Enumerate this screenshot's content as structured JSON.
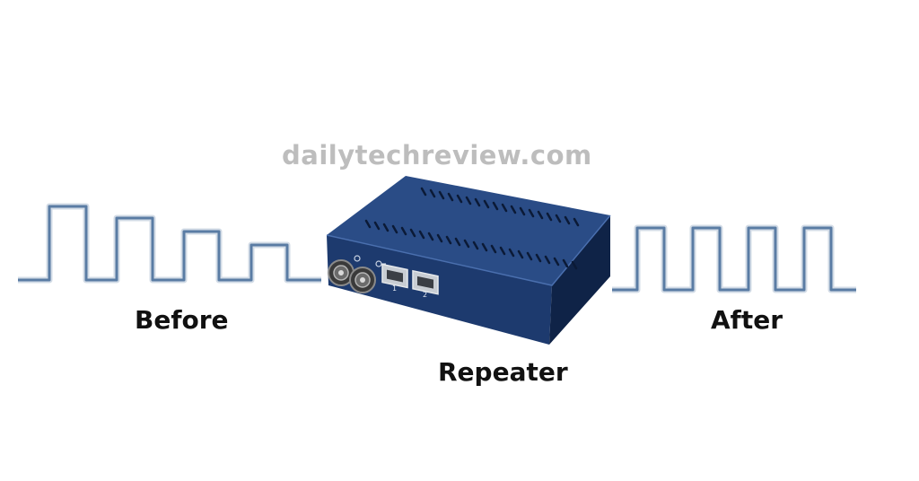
{
  "watermark": "dailytechreview.com",
  "labels": {
    "before": "Before",
    "after": "After",
    "repeater": "Repeater"
  },
  "device": {
    "port_labels": [
      "1",
      "2"
    ]
  },
  "colors": {
    "signal": "#5a7ca4",
    "device_body": "#1f3d73",
    "device_dark": "#0f2347",
    "label_text": "#111111",
    "watermark": "#bdbdbd"
  }
}
